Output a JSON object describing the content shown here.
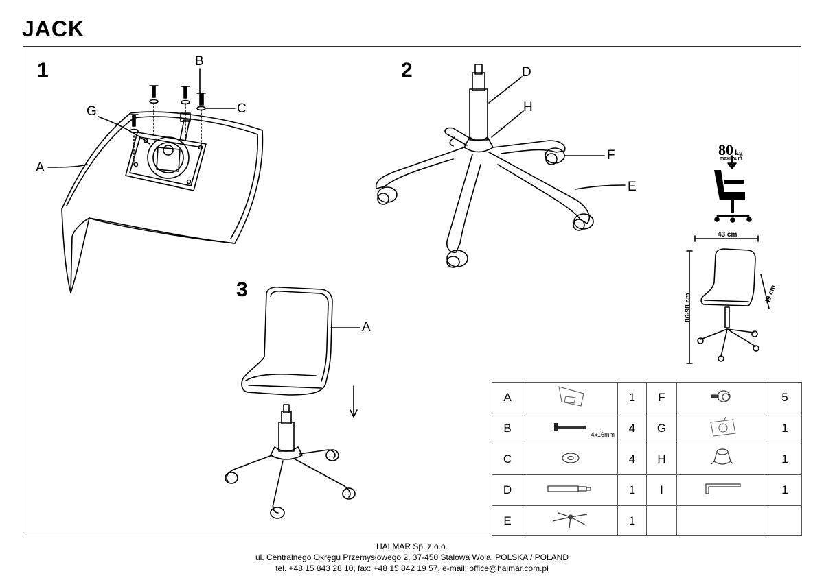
{
  "title": "JACK",
  "steps": [
    "1",
    "2",
    "3"
  ],
  "step1_labels": {
    "a": "A",
    "b": "B",
    "c": "C",
    "g": "G"
  },
  "step2_labels": {
    "d": "D",
    "h": "H",
    "f": "F",
    "e": "E"
  },
  "step3_labels": {
    "a": "A"
  },
  "load": {
    "value": "80",
    "unit": "kg",
    "note": "maximum"
  },
  "dimensions": {
    "width": "43 cm",
    "height": "86-98 cm",
    "depth": "49 cm"
  },
  "parts": [
    {
      "code": "A",
      "qty": "1",
      "icon": "seat-icon"
    },
    {
      "code": "B",
      "qty": "4",
      "icon": "screw-icon",
      "size": "4x16mm"
    },
    {
      "code": "C",
      "qty": "4",
      "icon": "washer-icon"
    },
    {
      "code": "D",
      "qty": "1",
      "icon": "gas-lift-icon"
    },
    {
      "code": "E",
      "qty": "1",
      "icon": "base-icon"
    },
    {
      "code": "F",
      "qty": "5",
      "icon": "castor-icon"
    },
    {
      "code": "G",
      "qty": "1",
      "icon": "mechanism-icon"
    },
    {
      "code": "H",
      "qty": "1",
      "icon": "cover-icon"
    },
    {
      "code": "I",
      "qty": "1",
      "icon": "allen-key-icon"
    }
  ],
  "footer": {
    "company": "HALMAR Sp. z o.o.",
    "address": "ul. Centralnego Okręgu Przemysłowego 2, 37-450 Stalowa Wola, POLSKA / POLAND",
    "contact": "tel. +48 15 843 28 10, fax: +48 15 842 19 57, e-mail: office@halmar.com.pl"
  }
}
